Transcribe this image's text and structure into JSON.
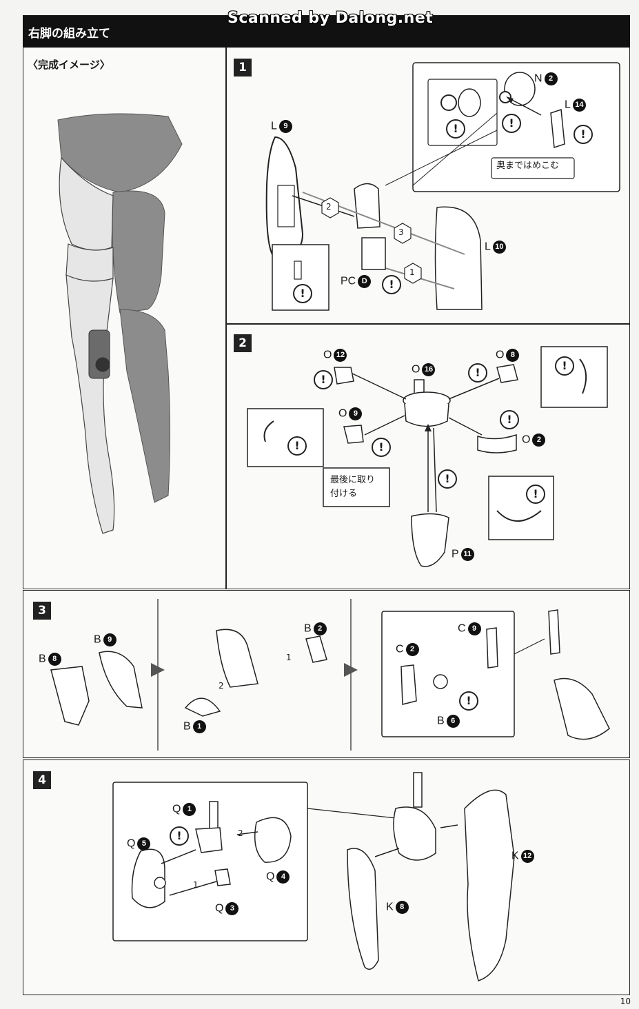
{
  "header": {
    "title": "右脚の組み立て",
    "watermark": "Scanned by Dalong.net"
  },
  "preview": {
    "title": "〈完成イメージ〉"
  },
  "steps": [
    {
      "number": "1",
      "labels": [
        {
          "prefix": "L",
          "num": "9"
        },
        {
          "prefix": "N",
          "num": "2"
        },
        {
          "prefix": "L",
          "num": "14"
        },
        {
          "prefix": "L",
          "num": "10"
        },
        {
          "prefix": "PC",
          "num": "D"
        }
      ],
      "note": "奥まではめこむ",
      "order": [
        "1",
        "2",
        "3"
      ]
    },
    {
      "number": "2",
      "labels": [
        {
          "prefix": "O",
          "num": "12"
        },
        {
          "prefix": "O",
          "num": "16"
        },
        {
          "prefix": "O",
          "num": "8"
        },
        {
          "prefix": "O",
          "num": "9"
        },
        {
          "prefix": "O",
          "num": "2"
        },
        {
          "prefix": "P",
          "num": "11"
        }
      ],
      "note_line1": "最後に取り",
      "note_line2": "付ける"
    },
    {
      "number": "3",
      "labels": [
        {
          "prefix": "B",
          "num": "9"
        },
        {
          "prefix": "B",
          "num": "8"
        },
        {
          "prefix": "B",
          "num": "2"
        },
        {
          "prefix": "B",
          "num": "1"
        },
        {
          "prefix": "C",
          "num": "9"
        },
        {
          "prefix": "C",
          "num": "2"
        },
        {
          "prefix": "B",
          "num": "6"
        }
      ],
      "order": [
        "1",
        "2"
      ]
    },
    {
      "number": "4",
      "labels": [
        {
          "prefix": "Q",
          "num": "1"
        },
        {
          "prefix": "Q",
          "num": "5"
        },
        {
          "prefix": "Q",
          "num": "4"
        },
        {
          "prefix": "Q",
          "num": "3"
        },
        {
          "prefix": "K",
          "num": "12"
        },
        {
          "prefix": "K",
          "num": "8"
        }
      ],
      "order": [
        "1",
        "2"
      ]
    }
  ],
  "caution_symbol": "!",
  "page_number": "10"
}
